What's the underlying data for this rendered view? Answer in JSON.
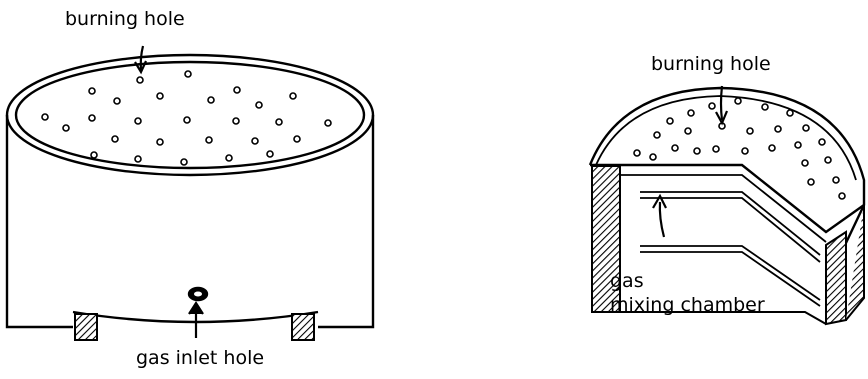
{
  "diagram": {
    "left_figure": {
      "top_label": "burning hole",
      "bottom_label": "gas inlet hole"
    },
    "right_figure": {
      "top_label": "burning hole",
      "gas_label": "gas",
      "chamber_label": "mixing chamber"
    },
    "colors": {
      "ink": "#000000",
      "paper": "#ffffff"
    }
  }
}
